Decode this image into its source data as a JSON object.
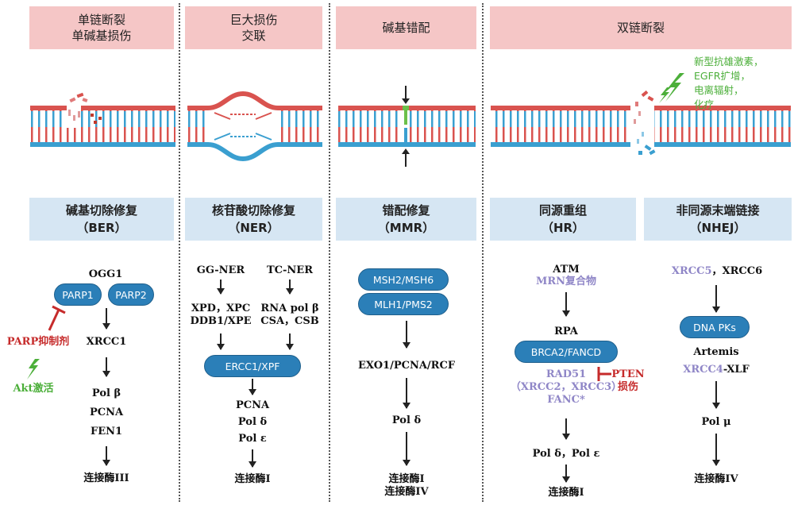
{
  "columns": {
    "ber": {
      "header": [
        "单链断裂",
        "单碱基损伤"
      ],
      "repair": [
        "碱基切除修复",
        "（BER）"
      ],
      "ogg1": "OGG1",
      "parp1": "PARP1",
      "parp2": "PARP2",
      "parp_inhibitor": "PARP抑制剂",
      "akt": "Akt激活",
      "xrcc1": "XRCC1",
      "polb": "Pol β",
      "pcna": "PCNA",
      "fen1": "FEN1",
      "ligase": "连接酶III"
    },
    "ner": {
      "header": [
        "巨大损伤",
        "交联"
      ],
      "repair": [
        "核苷酸切除修复",
        "（NER）"
      ],
      "gg_ner": "GG-NER",
      "tc_ner": "TC-NER",
      "gg_factors": [
        "XPD，XPC",
        "DDB1/XPE"
      ],
      "tc_factors": [
        "RNA pol β",
        "CSA，CSB"
      ],
      "ercc1": "ERCC1/XPF",
      "pcna": "PCNA",
      "pold": "Pol δ",
      "pole": "Pol ε",
      "ligase": "连接酶I"
    },
    "mmr": {
      "header": [
        "碱基错配"
      ],
      "repair": [
        "错配修复",
        "（MMR）"
      ],
      "msh": "MSH2/MSH6",
      "mlh": "MLH1/PMS2",
      "exo": "EXO1/PCNA/RCF",
      "pold": "Pol δ",
      "ligase": [
        "连接酶I",
        "连接酶IV"
      ]
    },
    "dsb": {
      "header": [
        "双链断裂"
      ],
      "causes": [
        "新型抗雄激素，",
        "EGFR扩增，",
        "电离辐射，",
        "化疗"
      ]
    },
    "hr": {
      "repair": [
        "同源重组",
        "（HR）"
      ],
      "atm": "ATM",
      "mrn": "MRN复合物",
      "rpa": "RPA",
      "brca": "BRCA2/FANCD",
      "rad51": [
        "RAD51",
        "（XRCC2，XRCC3）",
        "FANC*"
      ],
      "pten": [
        "PTEN",
        "损伤"
      ],
      "pols": "Pol δ，Pol ε",
      "ligase": "连接酶I"
    },
    "nhej": {
      "repair": [
        "非同源末端链接",
        "（NHEJ）"
      ],
      "xrcc5": "XRCC5",
      "xrcc6": "，XRCC6",
      "dnapk": "DNA PKs",
      "artemis": "Artemis",
      "xrcc4": "XRCC4",
      "xlf": "-XLF",
      "polmu": "Pol μ",
      "ligase": "连接酶IV"
    }
  },
  "colors": {
    "header_bg": "#f5c6c6",
    "repair_bg": "#d6e6f3",
    "pill": "#2b7fb8",
    "strand_top": "#d9534f",
    "strand_bottom": "#3a9fd0",
    "mismatch": "#6cc04a",
    "inhibitor": "#c62b2b",
    "activator": "#4caf3a",
    "purple": "#8f86c7"
  }
}
